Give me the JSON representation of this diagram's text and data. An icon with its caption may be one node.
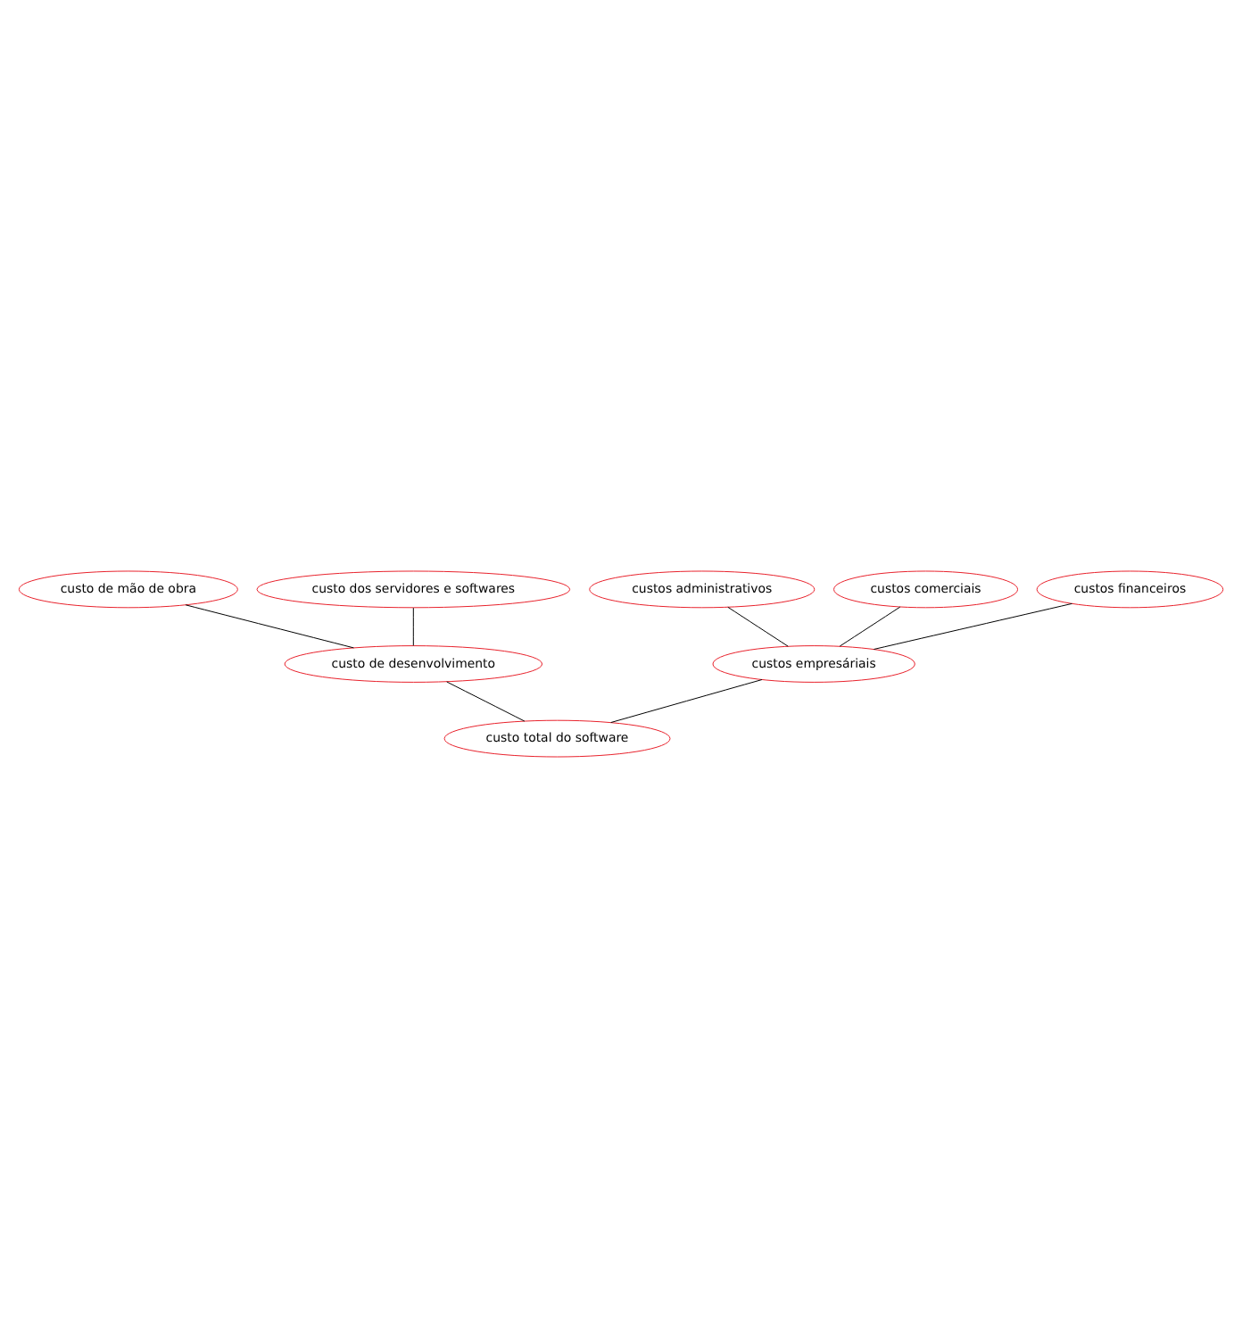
{
  "diagram": {
    "nodes": [
      {
        "text": [
          "custo de mão de obra"
        ]
      },
      {
        "text": [
          "custo dos servidores e softwares"
        ]
      },
      {
        "text": [
          "custos administrativos"
        ]
      },
      {
        "text": [
          "custos comerciais"
        ]
      },
      {
        "text": [
          "custos financeiros"
        ]
      },
      {
        "text": [
          "custo de desenvolvimento"
        ]
      },
      {
        "text": [
          "custos empresáriais"
        ]
      },
      {
        "text": [
          "custo total do software"
        ]
      }
    ],
    "edges": [
      {
        "from": 0,
        "to": 5,
        "arrow": "none"
      },
      {
        "from": 1,
        "to": 5,
        "arrow": "none"
      },
      {
        "from": 2,
        "to": 6,
        "arrow": "none"
      },
      {
        "from": 3,
        "to": 6,
        "arrow": "none"
      },
      {
        "from": 4,
        "to": 6,
        "arrow": "none"
      },
      {
        "from": 5,
        "to": 7,
        "arrow": "none"
      },
      {
        "from": 6,
        "to": 7,
        "arrow": "none"
      }
    ]
  }
}
